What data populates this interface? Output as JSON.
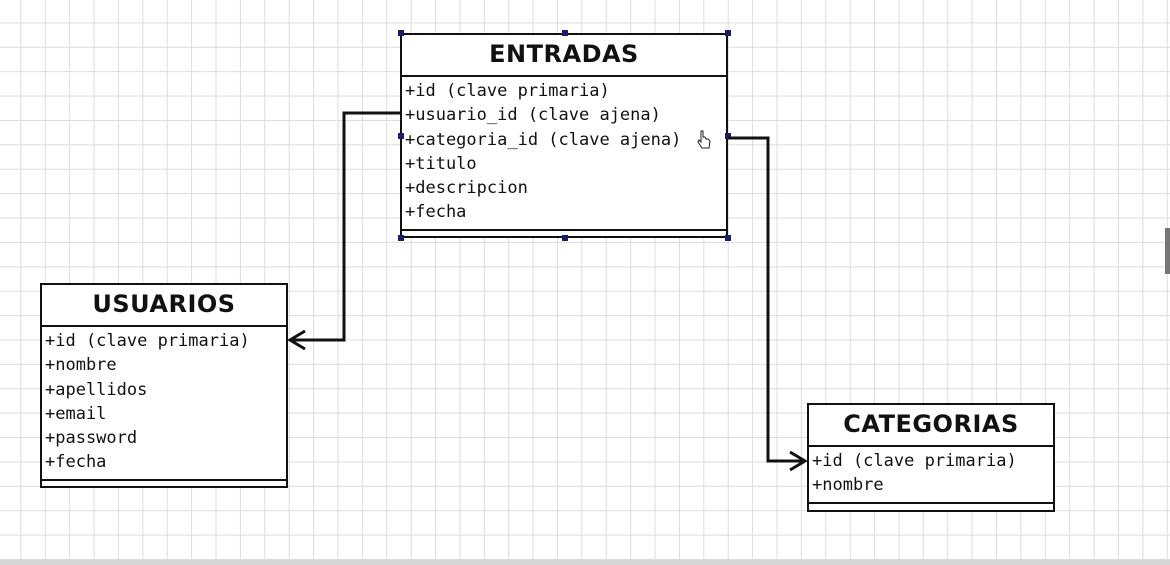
{
  "entities": {
    "entradas": {
      "title": "ENTRADAS",
      "attributes": [
        "+id (clave primaria)",
        "+usuario_id (clave ajena)",
        "+categoria_id (clave ajena)",
        "+titulo",
        "+descripcion",
        "+fecha"
      ]
    },
    "usuarios": {
      "title": "USUARIOS",
      "attributes": [
        "+id (clave primaria)",
        "+nombre",
        "+apellidos",
        "+email",
        "+password",
        "+fecha"
      ]
    },
    "categorias": {
      "title": "CATEGORIAS",
      "attributes": [
        "+id (clave primaria)",
        "+nombre"
      ]
    }
  },
  "relations": [
    {
      "from": "ENTRADAS.usuario_id",
      "to": "USUARIOS.id"
    },
    {
      "from": "ENTRADAS.categoria_id",
      "to": "CATEGORIAS.id"
    }
  ],
  "colors": {
    "line": "#111111",
    "handle": "#1c1c6a",
    "grid": "#dcdcdc"
  }
}
